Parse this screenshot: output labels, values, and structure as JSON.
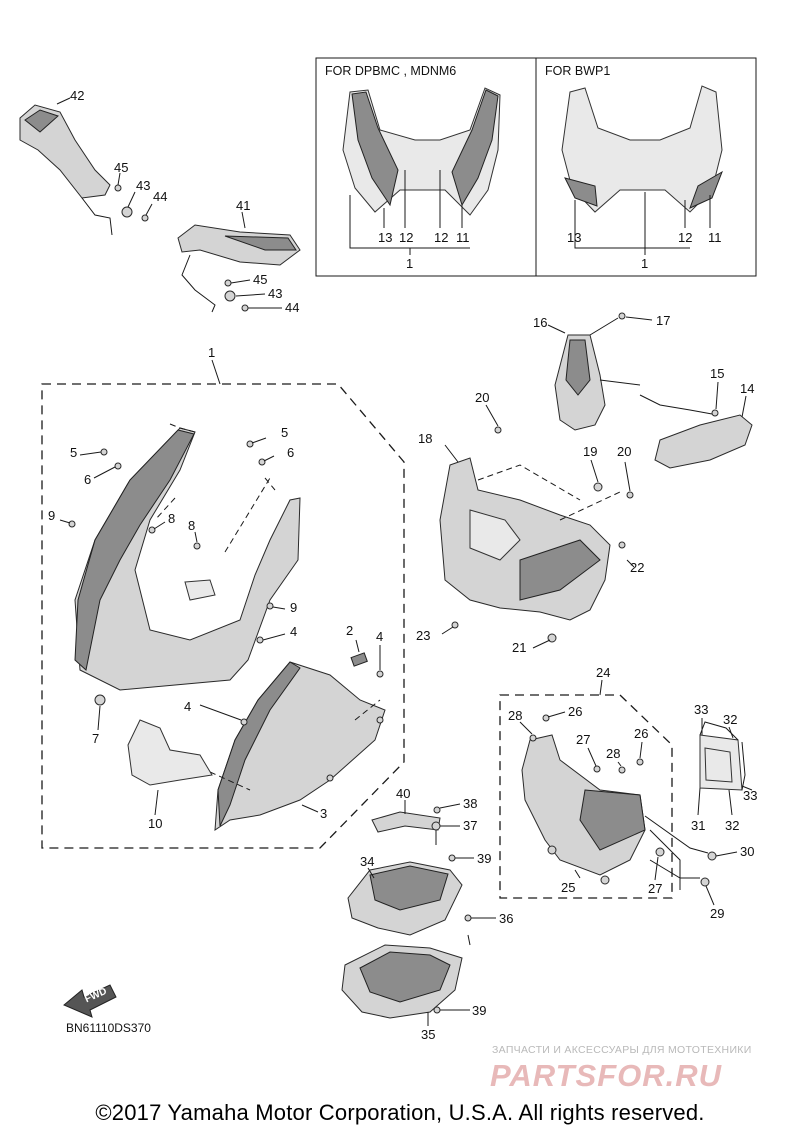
{
  "box_left_title": "FOR DPBMC , MDNM6",
  "box_right_title": "FOR BWP1",
  "box_left_labels": [
    "13",
    "12",
    "12",
    "11",
    "1"
  ],
  "box_right_labels": [
    "13",
    "12",
    "11",
    "1"
  ],
  "diagram_code": "BN61110DS370",
  "fwd_label": "FWD",
  "watermark_small": "ЗАПЧАСТИ И АКСЕССУАРЫ ДЛЯ МОТОТЕХНИКИ",
  "watermark_big": "PARTSFOR.RU",
  "copyright": "©2017 Yamaha Motor Corporation, U.S.A. All rights reserved.",
  "callouts": [
    "42",
    "45",
    "43",
    "44",
    "41",
    "45",
    "43",
    "44",
    "1",
    "5",
    "6",
    "5",
    "6",
    "8",
    "8",
    "9",
    "9",
    "4",
    "2",
    "4",
    "4",
    "7",
    "10",
    "3",
    "16",
    "17",
    "15",
    "14",
    "20",
    "18",
    "19",
    "20",
    "22",
    "23",
    "21",
    "24",
    "28",
    "26",
    "27",
    "28",
    "26",
    "33",
    "32",
    "33",
    "31",
    "32",
    "30",
    "25",
    "27",
    "29",
    "40",
    "38",
    "37",
    "34",
    "39",
    "36",
    "35",
    "39"
  ]
}
